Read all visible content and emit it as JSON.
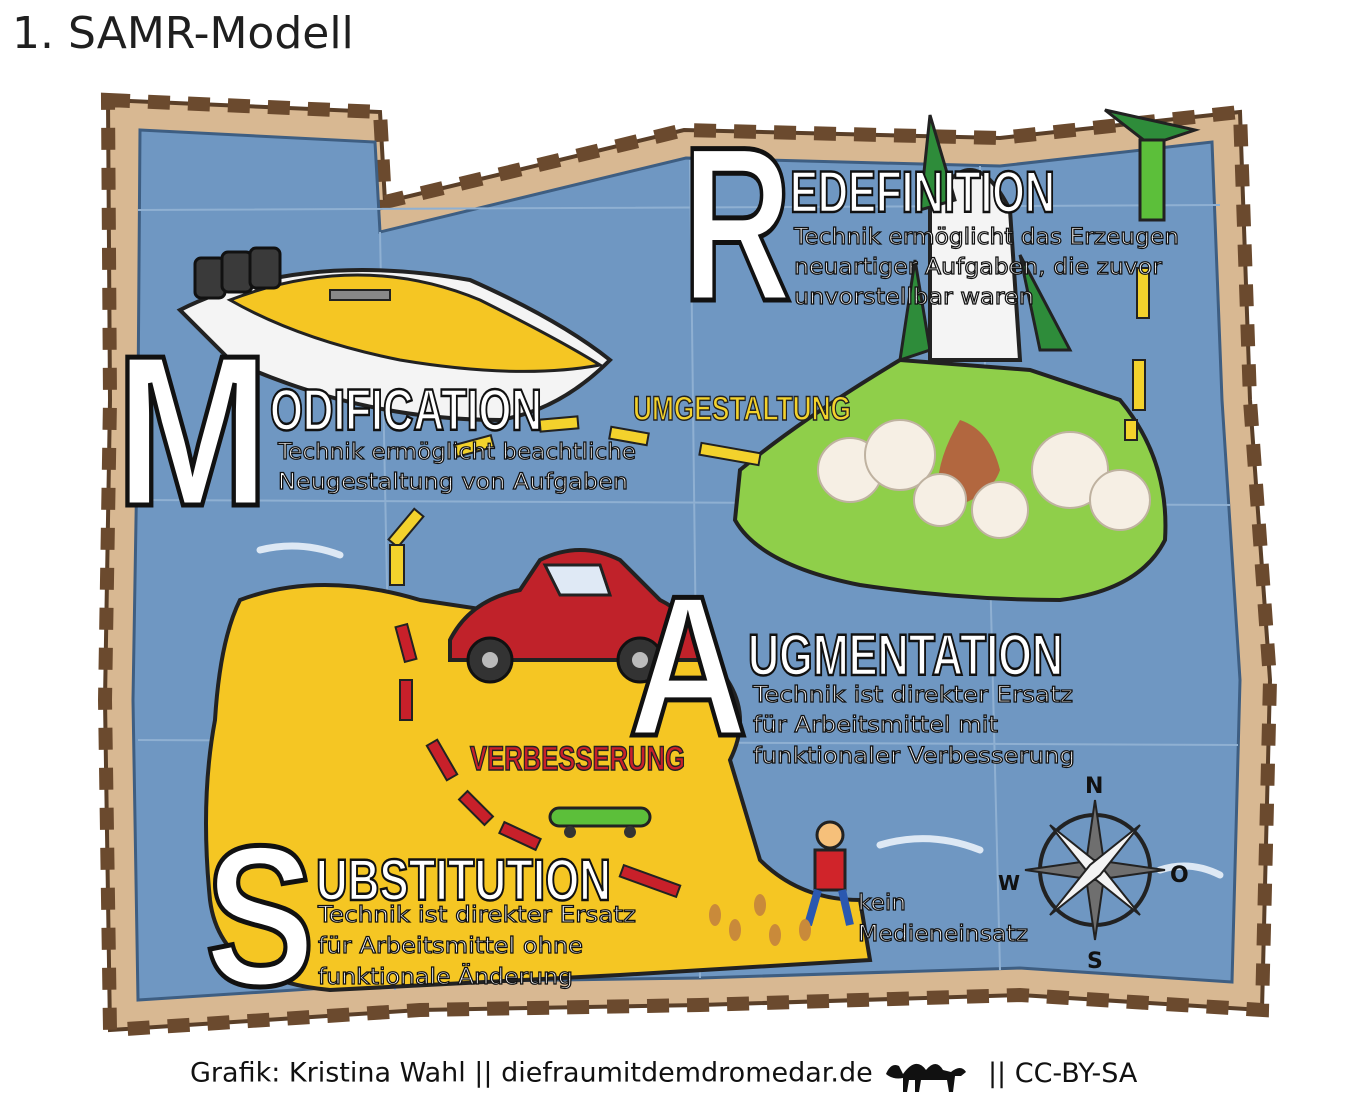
{
  "page": {
    "title": "1. SAMR-Modell"
  },
  "levels": {
    "redefinition": {
      "letter": "R",
      "rest": "EDEFINITION",
      "desc": [
        "Technik ermöglicht das Erzeugen",
        "neuartiger Aufgaben, die zuvor",
        "unvorstellbar waren"
      ]
    },
    "modification": {
      "letter": "M",
      "rest": "ODIFICATION",
      "desc": [
        "Technik ermöglicht beachtliche",
        "Neugestaltung von Aufgaben"
      ]
    },
    "augmentation": {
      "letter": "A",
      "rest": "UGMENTATION",
      "desc": [
        "Technik ist direkter Ersatz",
        "für Arbeitsmittel mit",
        "funktionaler Verbesserung"
      ]
    },
    "substitution": {
      "letter": "S",
      "rest": "UBSTITUTION",
      "desc": [
        "Technik ist direkter Ersatz",
        "für Arbeitsmittel ohne",
        "funktionale Änderung"
      ]
    }
  },
  "categories": {
    "umgestaltung": "UMGESTALTUNG",
    "verbesserung": "VERBESSERUNG"
  },
  "start": [
    "kein",
    "Medieneinsatz"
  ],
  "compass": {
    "n": "N",
    "s": "S",
    "w": "W",
    "o": "O"
  },
  "credit": {
    "text": "Grafik: Kristina Wahl || diefraumitdemdromedar.de",
    "license": "|| CC-BY-SA"
  },
  "colors": {
    "sea": "#6f97c2",
    "island": "#f5c623",
    "rocket_island": "#8fcf4a",
    "border": "#8b6a4a",
    "umgestaltung": "#f3d22c",
    "verbesserung": "#c8202a"
  }
}
